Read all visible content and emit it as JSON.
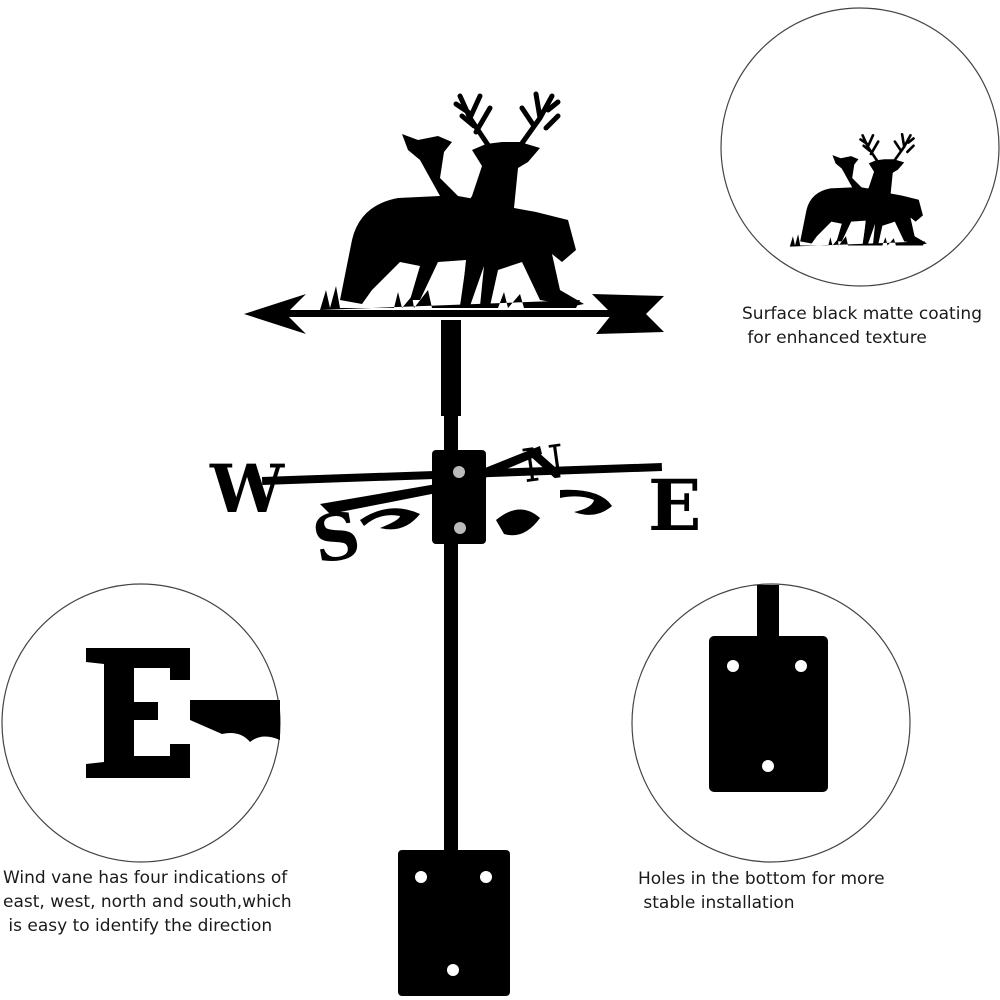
{
  "vane": {
    "letters": {
      "west": "W",
      "east": "E",
      "north": "N",
      "south": "S"
    }
  },
  "callouts": {
    "coating": {
      "line1": "Surface black matte coating",
      "line2": " for enhanced texture"
    },
    "directions": {
      "line1": "Wind vane has four indications of",
      "line2": "east, west, north and south,which",
      "line3": " is easy to identify the direction"
    },
    "holes": {
      "line1": "Holes in the bottom for more",
      "line2": " stable installation"
    }
  },
  "colors": {
    "metal": "#000000",
    "circle_border": "#444444",
    "background": "#ffffff"
  }
}
